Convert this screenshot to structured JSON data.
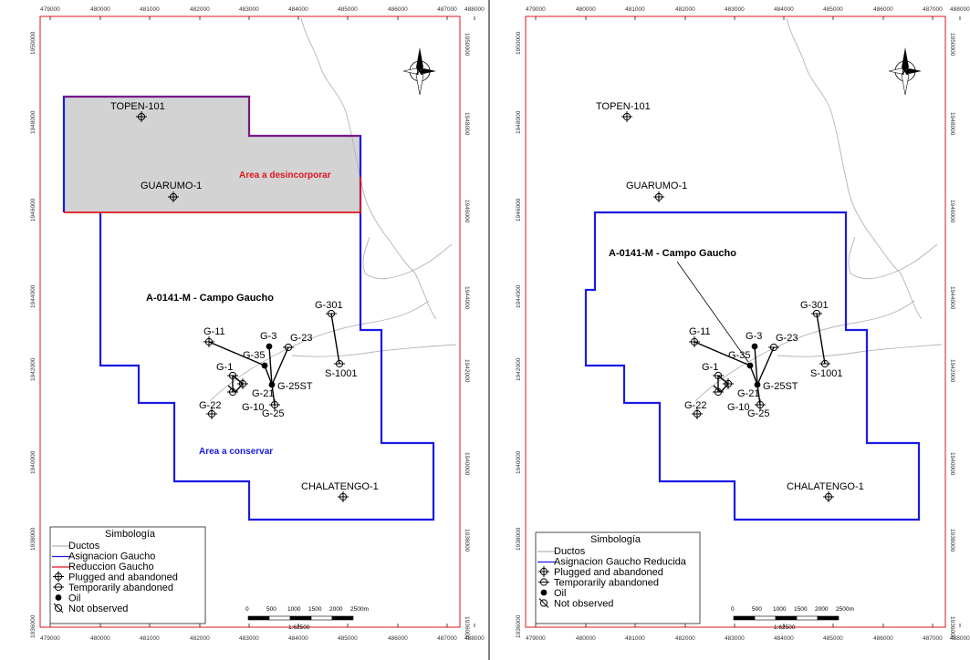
{
  "panels": [
    {
      "id": "left",
      "x_ticks": [
        "479000",
        "480000",
        "481000",
        "482000",
        "483000",
        "484000",
        "485000",
        "486000",
        "487000",
        "488000"
      ],
      "y_ticks_left": [
        "1950000",
        "1948000",
        "1946000",
        "1944000",
        "1942000",
        "1940000",
        "1938000",
        "1936000"
      ],
      "y_ticks_right": [
        "1950000",
        "1948000",
        "1946000",
        "1944000",
        "1942000",
        "1940000",
        "1938000",
        "1936000"
      ],
      "wells": [
        {
          "name": "TOPEN-101",
          "type": "plugged"
        },
        {
          "name": "GUARUMO-1",
          "type": "plugged"
        },
        {
          "name": "G-301",
          "type": "temporary"
        },
        {
          "name": "G-11",
          "type": "plugged"
        },
        {
          "name": "G-3",
          "type": "oil"
        },
        {
          "name": "G-23",
          "type": "temporary"
        },
        {
          "name": "G-35",
          "type": "oil"
        },
        {
          "name": "G-1",
          "type": "temporary"
        },
        {
          "name": "G-25ST",
          "type": "oil"
        },
        {
          "name": "S-1001",
          "type": "temporary"
        },
        {
          "name": "G-21",
          "type": "plugged"
        },
        {
          "name": "G-22",
          "type": "plugged"
        },
        {
          "name": "G-10",
          "type": "temporary"
        },
        {
          "name": "G-25",
          "type": "plugged"
        },
        {
          "name": "CHALATENGO-1",
          "type": "plugged"
        }
      ],
      "annotations": {
        "campo": "A-0141-M - Campo Gaucho",
        "desincorporar": "Area a desincorporar",
        "conservar": "Area a conservar"
      },
      "legend": {
        "title": "Simbología",
        "items": [
          "Ductos",
          "Asignacion Gaucho",
          "Reduccion Gaucho",
          "Plugged and abandoned",
          "Temporarily abandoned",
          "Oil",
          "Not observed"
        ]
      },
      "scale": {
        "labels": [
          "0",
          "500",
          "1000",
          "1500",
          "2000",
          "2500m"
        ],
        "ratio": "1:62500"
      }
    },
    {
      "id": "right",
      "x_ticks": [
        "479000",
        "480000",
        "481000",
        "482000",
        "483000",
        "484000",
        "485000",
        "486000",
        "487000",
        "488000"
      ],
      "y_ticks_left": [
        "1950000",
        "1948000",
        "1946000",
        "1944000",
        "1942000",
        "1940000",
        "1938000",
        "1936000"
      ],
      "y_ticks_right": [
        "1950000",
        "1948000",
        "1946000",
        "1944000",
        "1942000",
        "1940000",
        "1938000",
        "1936000"
      ],
      "wells": [
        {
          "name": "TOPEN-101",
          "type": "plugged"
        },
        {
          "name": "GUARUMO-1",
          "type": "plugged"
        },
        {
          "name": "G-301",
          "type": "temporary"
        },
        {
          "name": "G-11",
          "type": "plugged"
        },
        {
          "name": "G-3",
          "type": "oil"
        },
        {
          "name": "G-23",
          "type": "temporary"
        },
        {
          "name": "G-35",
          "type": "oil"
        },
        {
          "name": "G-1",
          "type": "temporary"
        },
        {
          "name": "G-25ST",
          "type": "oil"
        },
        {
          "name": "S-1001",
          "type": "temporary"
        },
        {
          "name": "G-21",
          "type": "plugged"
        },
        {
          "name": "G-22",
          "type": "plugged"
        },
        {
          "name": "G-10",
          "type": "temporary"
        },
        {
          "name": "G-25",
          "type": "plugged"
        },
        {
          "name": "CHALATENGO-1",
          "type": "plugged"
        }
      ],
      "annotations": {
        "campo": "A-0141-M - Campo Gaucho"
      },
      "legend": {
        "title": "Simbología",
        "items": [
          "Ductos",
          "Asignacion Gaucho  Reducida",
          "Plugged and abandoned",
          "Temporarily abandoned",
          "Oil",
          "Not observed"
        ]
      },
      "scale": {
        "labels": [
          "0",
          "500",
          "1000",
          "1500",
          "2000",
          "2500m"
        ],
        "ratio": "1:62500"
      }
    }
  ],
  "colors": {
    "asignacion": "#1a1ae6",
    "reduccion": "#e0141e",
    "desincorporar_fill": "#d3d3d3",
    "frame": "#e0141e",
    "ductos": "#b4b4b4"
  },
  "icons": {
    "north_arrow": "north-arrow-icon",
    "plugged": "plugged-abandoned-icon",
    "temporary": "temporarily-abandoned-icon",
    "oil": "oil-well-icon",
    "not_observed": "not-observed-icon"
  }
}
